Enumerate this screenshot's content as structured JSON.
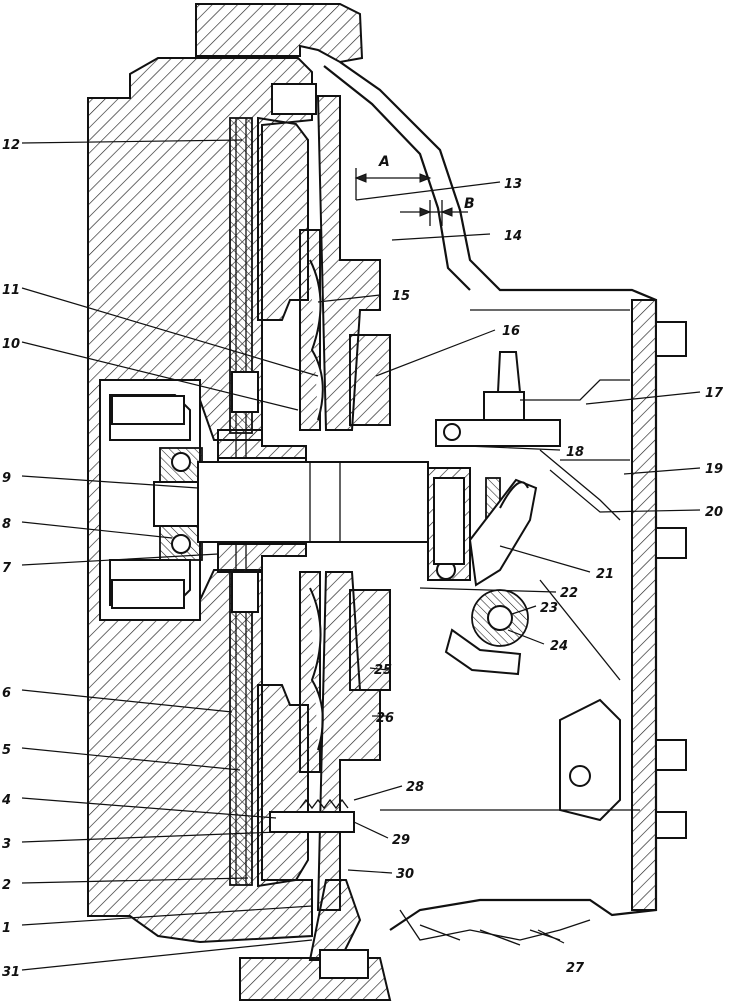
{
  "dimension_labels": {
    "a": "A",
    "b": "B"
  },
  "callouts": {
    "c1": "1",
    "c2": "2",
    "c3": "3",
    "c4": "4",
    "c5": "5",
    "c6": "6",
    "c7": "7",
    "c8": "8",
    "c9": "9",
    "c10": "10",
    "c11": "11",
    "c12": "12",
    "c13": "13",
    "c14": "14",
    "c15": "15",
    "c16": "16",
    "c17": "17",
    "c18": "18",
    "c19": "19",
    "c20": "20",
    "c21": "21",
    "c22": "22",
    "c23": "23",
    "c24": "24",
    "c25": "25",
    "c26": "26",
    "c27": "27",
    "c28": "28",
    "c29": "29",
    "c30": "30",
    "c31": "31"
  }
}
